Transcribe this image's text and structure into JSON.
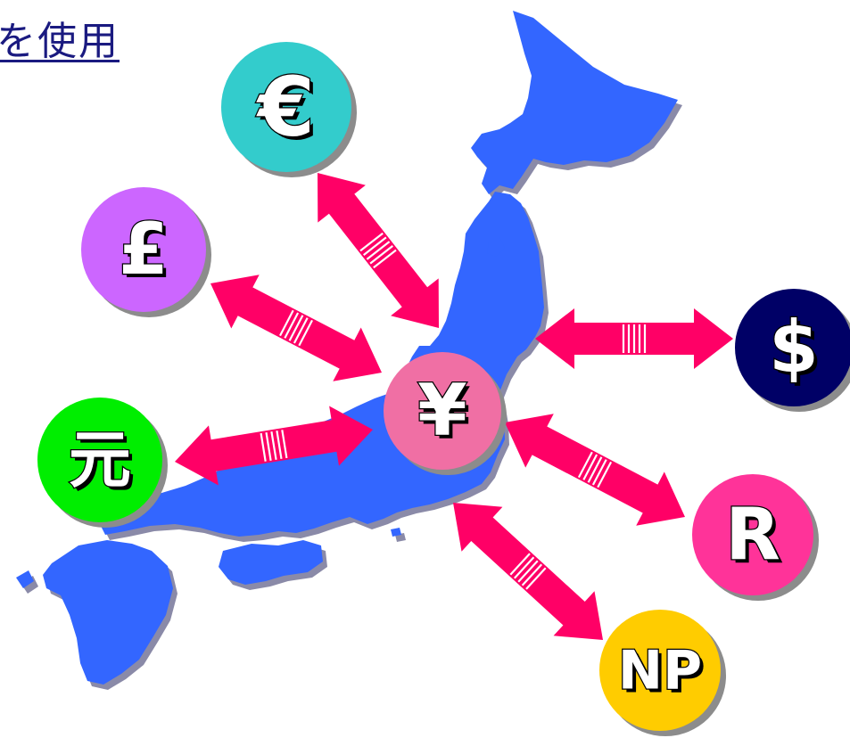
{
  "title": "を使用",
  "center_currency": {
    "symbol": "¥",
    "color": "#f06fa4"
  },
  "currencies": [
    {
      "id": "euro",
      "symbol": "€",
      "color": "#33cccc"
    },
    {
      "id": "pound",
      "symbol": "£",
      "color": "#cc66ff"
    },
    {
      "id": "yuan",
      "symbol": "元",
      "color": "#00ee00"
    },
    {
      "id": "dollar",
      "symbol": "$",
      "color": "#000066"
    },
    {
      "id": "rand",
      "symbol": "R",
      "color": "#ff3399"
    },
    {
      "id": "rupee",
      "symbol": "NP",
      "color": "#ffcc00"
    }
  ],
  "colors": {
    "map": "#3366ff",
    "map_shadow": "#8a8aa8",
    "arrow": "#ff0066"
  }
}
